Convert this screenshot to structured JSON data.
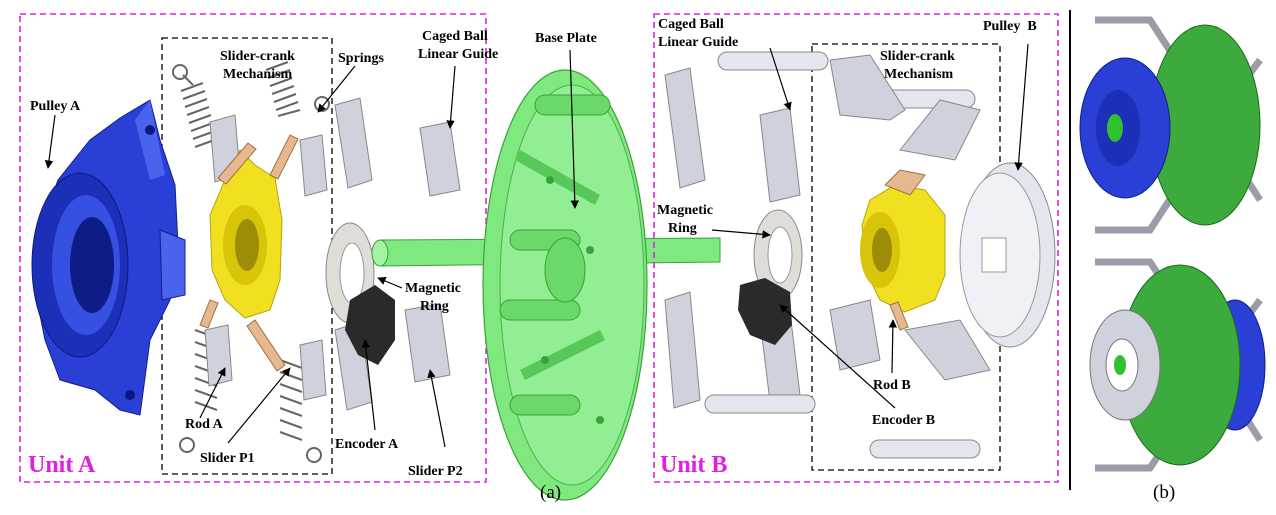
{
  "figure": {
    "unit_a_label": "Unit A",
    "unit_b_label": "Unit B",
    "caption_a": "(a)",
    "caption_b": "(b)"
  },
  "labels": {
    "pulley_a": "Pulley A",
    "slider_crank_a_1": "Slider-crank",
    "slider_crank_a_2": "Mechanism",
    "springs": "Springs",
    "caged_ball_a_1": "Caged Ball",
    "caged_ball_a_2": "Linear Guide",
    "base_plate": "Base Plate",
    "magnetic_ring_a_1": "Magnetic",
    "magnetic_ring_a_2": "Ring",
    "rod_a": "Rod A",
    "slider_p1": "Slider P1",
    "encoder_a": "Encoder A",
    "slider_p2": "Slider P2",
    "caged_ball_b_1": "Caged Ball",
    "caged_ball_b_2": "Linear Guide",
    "slider_crank_b_1": "Slider-crank",
    "slider_crank_b_2": "Mechanism",
    "pulley_b": "Pulley  B",
    "magnetic_ring_b_1": "Magnetic",
    "magnetic_ring_b_2": "Ring",
    "rod_b": "Rod B",
    "encoder_b": "Encoder B"
  },
  "colors": {
    "unit_border": "#e020e0",
    "pulley_a": "#2a3fd6",
    "hub": "#f0e020",
    "base_plate": "#7fe87f",
    "part_gray": "#cfd2dc",
    "encoder": "#2a2a2a"
  }
}
